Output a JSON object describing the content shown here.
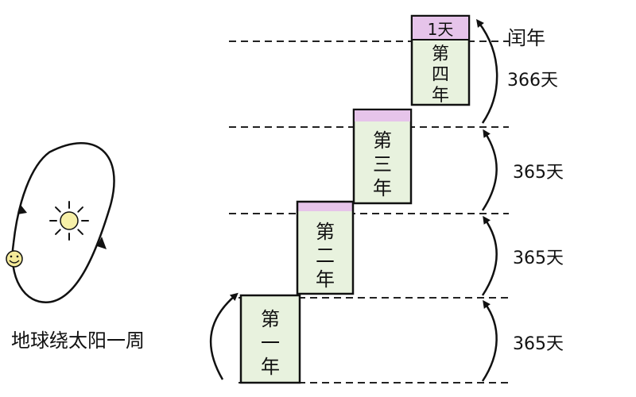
{
  "caption": "地球绕太阳一周",
  "leap_label": "闰年",
  "extra_day": "1天",
  "years": [
    {
      "chars": [
        "第",
        "一",
        "年"
      ],
      "days": "365天"
    },
    {
      "chars": [
        "第",
        "二",
        "年"
      ],
      "days": "365天"
    },
    {
      "chars": [
        "第",
        "三",
        "年"
      ],
      "days": "365天"
    },
    {
      "chars": [
        "第",
        "四",
        "年"
      ],
      "days": "366天"
    }
  ],
  "colors": {
    "block_fill": "#e8f2de",
    "extra_fill": "#e6c4ea",
    "sun_fill": "#f7f0a8",
    "earth_fill": "#f4ea9a",
    "ink": "#111111"
  },
  "icons": [
    "sun-icon",
    "earth-smiley-icon",
    "orbit-arrow-icon"
  ]
}
